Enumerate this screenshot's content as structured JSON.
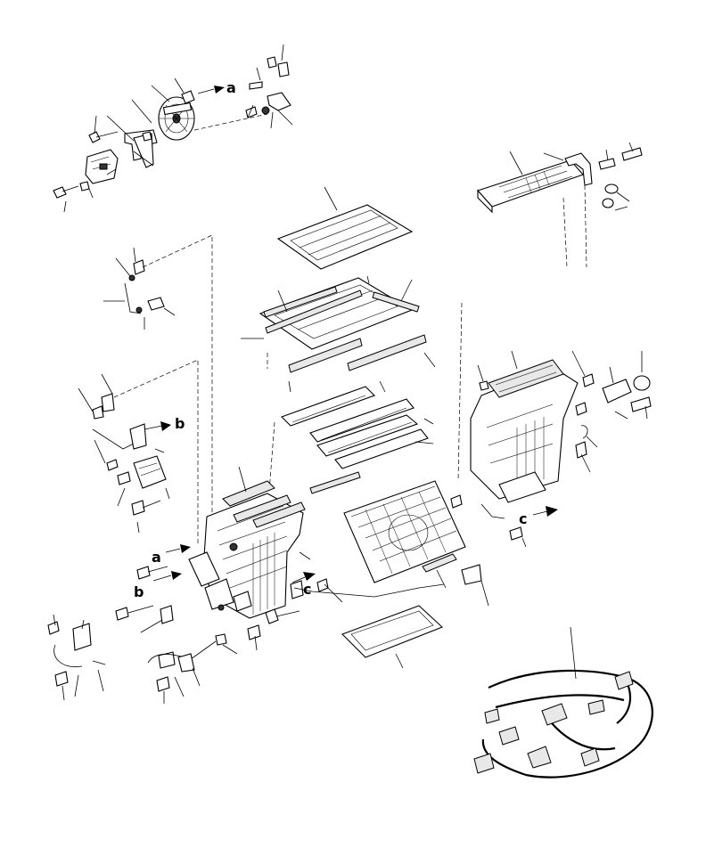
{
  "diagram": {
    "callouts": {
      "a1": "a",
      "a2": "a",
      "b1": "b",
      "b2": "b",
      "c1": "c",
      "c2": "c"
    },
    "icons": [
      "blower-motor-icon",
      "heater-core-icon",
      "evaporator-icon",
      "filter-icon",
      "actuator-icon",
      "wire-harness-icon",
      "gasket-icon",
      "screw-icon"
    ]
  }
}
